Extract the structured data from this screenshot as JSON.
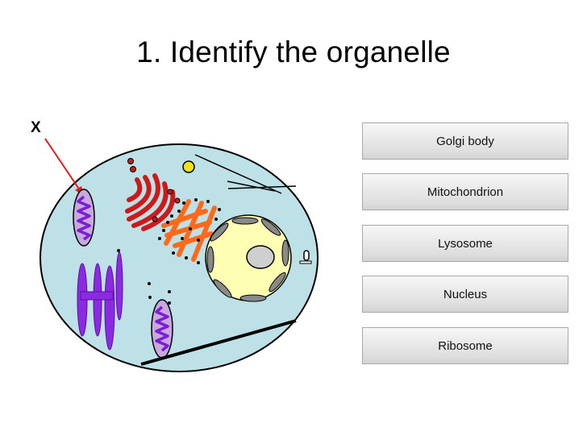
{
  "slide": {
    "title": "1. Identify the organelle",
    "pointer_label": "X"
  },
  "answers": [
    {
      "label": "Golgi body"
    },
    {
      "label": "Mitochondrion"
    },
    {
      "label": "Lysosome"
    },
    {
      "label": "Nucleus"
    },
    {
      "label": "Ribosome"
    }
  ],
  "colors": {
    "cytoplasm": "#bde1e6",
    "mitochondrion_outer": "#c9a8dd",
    "mitochondrion_inner": "#7a1fd6",
    "golgi": "#cc1a1a",
    "rough_er": "#ff6a1a",
    "nucleus": "#ffffb3",
    "nuclear_pore": "#8a8a8a",
    "lysosome": "#f0e21a",
    "arrow": "#e6191a"
  }
}
